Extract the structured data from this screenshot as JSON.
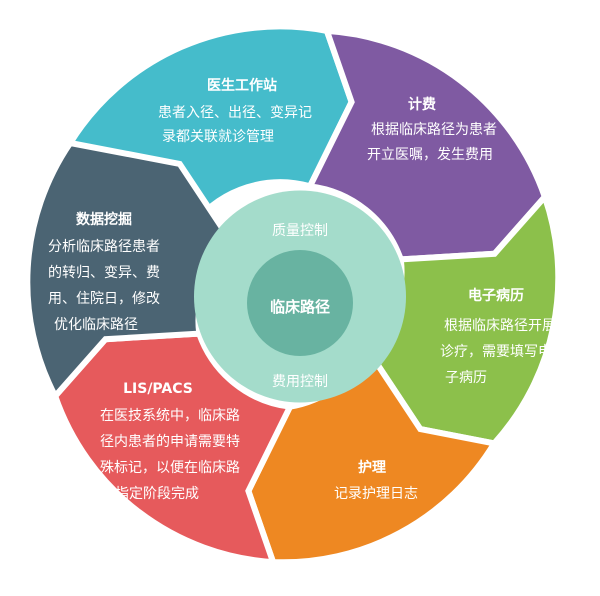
{
  "colors": {
    "teal": "#45BCCB",
    "purple": "#7F5AA2",
    "green": "#8CC04B",
    "orange": "#EE8822",
    "red": "#E65A5C",
    "slate": "#4B6473",
    "ring": "#A4DCCB",
    "hub": "#68B3A1",
    "white": "#FFFFFF",
    "gap": "#FFFFFF"
  },
  "center": {
    "title": "临床路径",
    "top_label": "质量控制",
    "bottom_label": "费用控制"
  },
  "segments": [
    {
      "id": "doctor-workstation",
      "title": "医生工作站",
      "lines": [
        "患者入径、出径、变异记",
        "录都关联就诊管理"
      ],
      "color": "teal"
    },
    {
      "id": "billing",
      "title": "计费",
      "lines": [
        "根据临床路径为患者",
        "开立医嘱，发生费用"
      ],
      "color": "purple"
    },
    {
      "id": "emr",
      "title": "电子病历",
      "lines": [
        "根据临床路径开展",
        "诊疗，需要填写电",
        "子病历"
      ],
      "color": "green"
    },
    {
      "id": "nursing",
      "title": "护理",
      "lines": [
        "记录护理日志"
      ],
      "color": "orange"
    },
    {
      "id": "lis-pacs",
      "title": "LIS/PACS",
      "lines": [
        "在医技系统中，临床路",
        "径内患者的申请需要特",
        "殊标记，以便在临床路",
        "径指定阶段完成"
      ],
      "color": "red"
    },
    {
      "id": "data-mining",
      "title": "数据挖掘",
      "lines": [
        "分析临床路径患者",
        "的转归、变异、费",
        "用、住院日，修改",
        "优化临床路径"
      ],
      "color": "slate"
    }
  ]
}
